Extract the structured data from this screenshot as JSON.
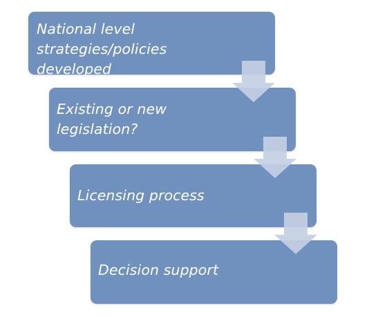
{
  "steps": [
    {
      "label": "National level\nstrategies/policies\ndeveloped"
    },
    {
      "label": "Existing or new\nlegislation?"
    },
    {
      "label": "Licensing process"
    },
    {
      "label": "Decision support"
    }
  ],
  "colors": {
    "box_fill": "#7090be",
    "text": "#ffffff",
    "arrow_fill": "#c3cfe2",
    "background": "#ffffff"
  },
  "icons": {
    "connector": "down-arrow-icon"
  }
}
